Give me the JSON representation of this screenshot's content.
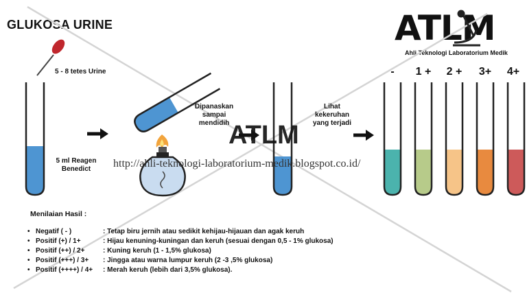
{
  "title": "GLUKOSA URINE",
  "logo": {
    "text": "ATLM",
    "subtitle": "Ahli Teknologi Laboratorium Medik",
    "icon": "microscope-icon"
  },
  "steps": {
    "drops_label": "5 - 8 tetes Urine",
    "reagent_label_1": "5 ml Reagen",
    "reagent_label_2": "Benedict",
    "heat_label_1": "Dipanaskan",
    "heat_label_2": "sampai",
    "heat_label_3": "mendidih",
    "observe_label_1": "Lihat",
    "observe_label_2": "kekeruhan",
    "observe_label_3": "yang terjadi"
  },
  "grades": [
    {
      "label": "-",
      "color": "#4bb3ad"
    },
    {
      "label": "1 +",
      "color": "#b7cb8a"
    },
    {
      "label": "2 +",
      "color": "#f6c488"
    },
    {
      "label": "3+",
      "color": "#e88a3f"
    },
    {
      "label": "4+",
      "color": "#cd5a5a"
    }
  ],
  "colors": {
    "reagent_blue": "#4e95d2",
    "flame_orange": "#f2a43c",
    "burner_blue": "#c9dcf0"
  },
  "assessment": {
    "title": "Menilaian Hasil :",
    "rows": [
      {
        "bullet": "•",
        "name": "Negatif ( - )",
        "desc": ": Tetap biru jernih atau sedikit kehijau-hijauan dan agak keruh"
      },
      {
        "bullet": "•",
        "name": "Positif (+) / 1+",
        "desc": ": Hijau kenuning-kuningan dan keruh (sesuai dengan 0,5 - 1% glukosa)"
      },
      {
        "bullet": "•",
        "name": "Positif (++) / 2+",
        "desc": ": Kuning keruh (1 - 1,5% glukosa)"
      },
      {
        "bullet": "•",
        "name": "Positif (+++) / 3+",
        "desc": ": Jingga atau warna lumpur keruh (2 -3 ,5% glukosa)"
      },
      {
        "bullet": "•",
        "name": "Positif (++++) / 4+",
        "desc": ": Merah keruh (lebih dari 3,5% glukosa)."
      }
    ]
  },
  "watermark": {
    "center": "ATLM",
    "url": "http://ahli-teknologi-laboratorium-medik.blogspot.co.id/"
  }
}
